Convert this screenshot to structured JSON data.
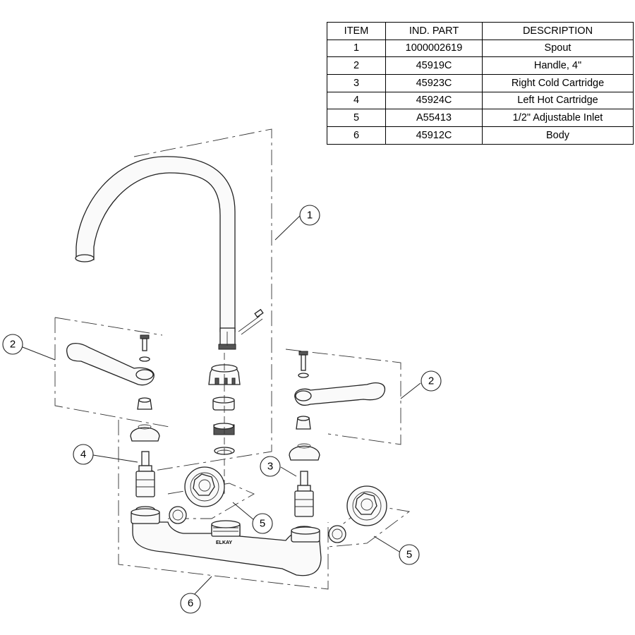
{
  "table": {
    "headers": [
      "ITEM",
      "IND. PART",
      "DESCRIPTION"
    ],
    "rows": [
      {
        "item": "1",
        "part": "1000002619",
        "description": "Spout"
      },
      {
        "item": "2",
        "part": "45919C",
        "description": "Handle, 4\""
      },
      {
        "item": "3",
        "part": "45923C",
        "description": "Right Cold Cartridge"
      },
      {
        "item": "4",
        "part": "45924C",
        "description": "Left Hot Cartridge"
      },
      {
        "item": "5",
        "part": "A55413",
        "description": "1/2\" Adjustable Inlet"
      },
      {
        "item": "6",
        "part": "45912C",
        "description": "Body"
      }
    ]
  },
  "callouts": {
    "spout": "1",
    "handle_left": "2",
    "handle_right": "2",
    "cartridge_right": "3",
    "cartridge_left": "4",
    "inlet_left": "5",
    "inlet_right": "5",
    "body": "6"
  },
  "brand_mark": "ELKAY"
}
